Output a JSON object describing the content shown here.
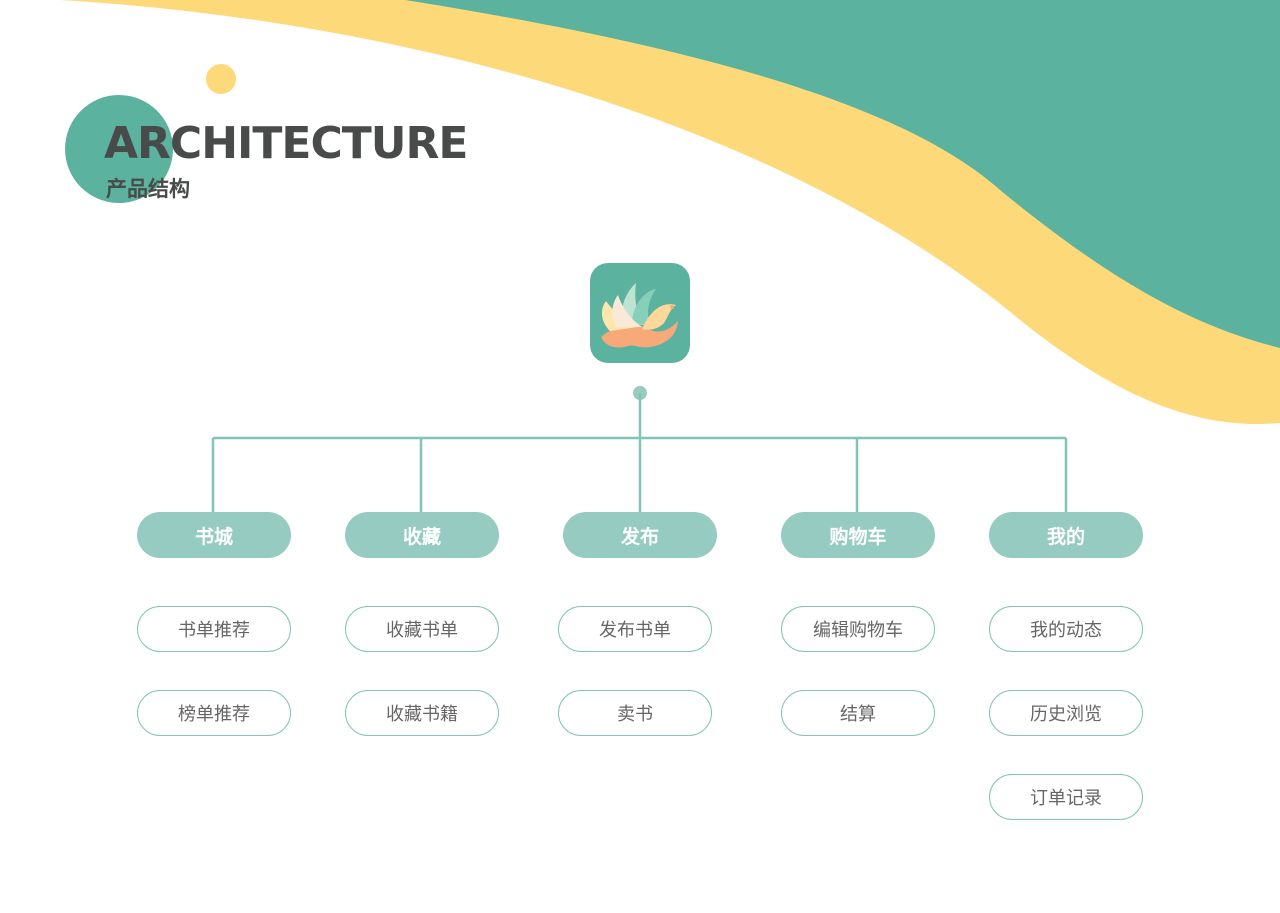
{
  "colors": {
    "teal": "#5bb39f",
    "yellow": "#fed97a",
    "category_fill": "#95cbc1",
    "connector": "#7fc5b8",
    "title_text": "#484b4a",
    "sub_text": "#666666"
  },
  "title": {
    "en": "ARCHITECTURE",
    "cn": "产品结构"
  },
  "app_icon": "book-bird-logo-icon",
  "categories": [
    {
      "label": "书城",
      "items": [
        "书单推荐",
        "榜单推荐"
      ]
    },
    {
      "label": "收藏",
      "items": [
        "收藏书单",
        "收藏书籍"
      ]
    },
    {
      "label": "发布",
      "items": [
        "发布书单",
        "卖书"
      ]
    },
    {
      "label": "购物车",
      "items": [
        "编辑购物车",
        "结算"
      ]
    },
    {
      "label": "我的",
      "items": [
        "我的动态",
        "历史浏览",
        "订单记录"
      ]
    }
  ]
}
